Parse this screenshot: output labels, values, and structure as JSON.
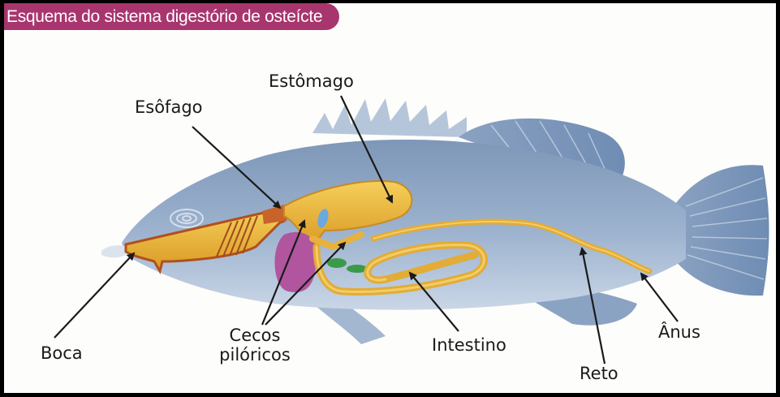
{
  "title": "Esquema do sistema digestório de osteícte",
  "labels": {
    "boca": "Boca",
    "esofago": "Esôfago",
    "estomago": "Estômago",
    "cecos_line1": "Cecos",
    "cecos_line2": "pilóricos",
    "intestino": "Intestino",
    "reto": "Reto",
    "anus": "Ânus"
  },
  "colors": {
    "banner": "#a8356e",
    "fish_body": "#8fa8c6",
    "digestive_tract": "#e8b23a",
    "esophagus": "#c8642a",
    "organ_pink": "#b0559e",
    "organ_green": "#3a9a4a",
    "organ_blue": "#6aa8e0"
  }
}
